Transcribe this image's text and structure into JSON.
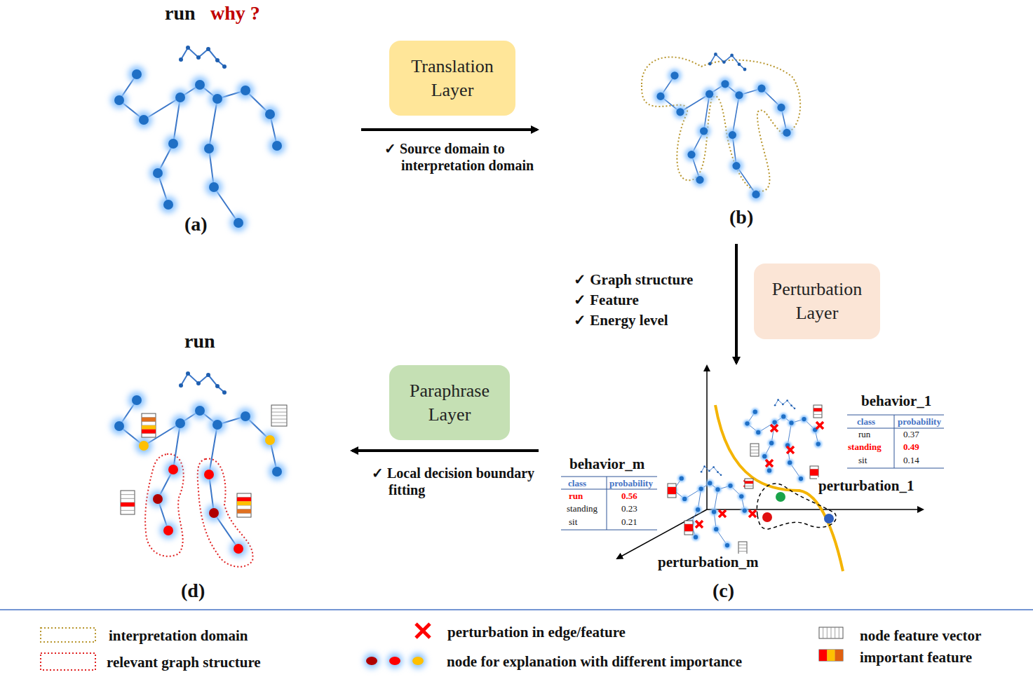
{
  "diagram": {
    "nodes": [
      {
        "text": [
          "Translation Layer"
        ]
      },
      {
        "text": [
          "Perturbation Layer"
        ]
      },
      {
        "text": [
          "Paraphrase Layer"
        ]
      }
    ],
    "labels": [
      "run",
      "why ?",
      "(a)",
      "✓ Source domain to interpretation domain",
      "(b)",
      "✓ Graph structure",
      "✓ Feature",
      "✓ Energy level",
      "behavior_1",
      "class",
      "probability",
      "run",
      "0.37",
      "standing",
      "0.49",
      "sit",
      "0.14",
      "perturbation_1",
      "behavior_m",
      "class",
      "probability",
      "run",
      "0.56",
      "standing",
      "0.23",
      "sit",
      "0.21",
      "perturbation_m",
      "(c)",
      "✓ Local decision boundary fitting",
      "run",
      "(d)"
    ],
    "legend": [
      {
        "text": "interpretation domain"
      },
      {
        "text": "relevant graph structure"
      },
      {
        "text": "perturbation in edge/feature"
      },
      {
        "text": "node for explanation with different importance"
      },
      {
        "text": "node feature vector"
      },
      {
        "text": "important feature"
      }
    ]
  }
}
